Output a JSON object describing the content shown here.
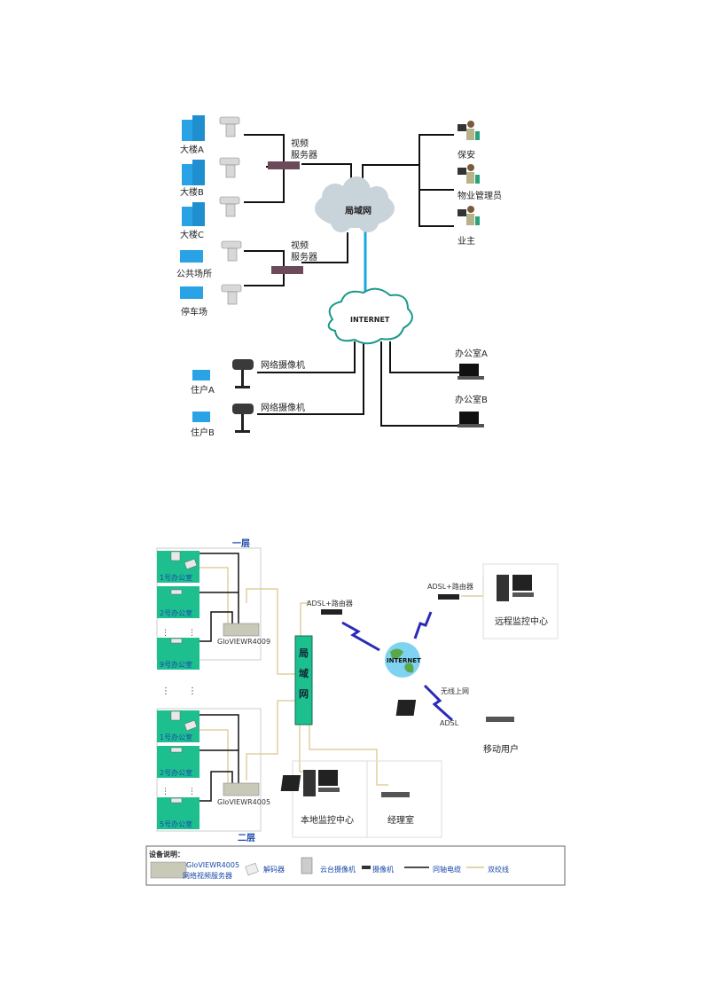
{
  "diagram1": {
    "title": "Community video surveillance network topology",
    "buildings": [
      {
        "label": "大楼A"
      },
      {
        "label": "大楼B"
      },
      {
        "label": "大楼C"
      },
      {
        "label": "公共场所"
      },
      {
        "label": "停车场"
      }
    ],
    "video_servers": [
      {
        "label_line1": "视频",
        "label_line2": "服务器"
      },
      {
        "label_line1": "视频",
        "label_line2": "服务器"
      }
    ],
    "lan_cloud": "局域网",
    "internet_cloud": "INTERNET",
    "users": [
      {
        "label": "保安"
      },
      {
        "label": "物业管理员"
      },
      {
        "label": "业主"
      }
    ],
    "residents": [
      {
        "label": "住户A",
        "camera_label": "网络摄像机"
      },
      {
        "label": "住户B",
        "camera_label": "网络摄像机"
      }
    ],
    "offices": [
      {
        "label": "办公室A"
      },
      {
        "label": "办公室B"
      }
    ],
    "colors": {
      "building": "#2aa3e6",
      "line": "#111111",
      "uplink": "#1aa6e0",
      "cloud_fill": "#c9d3da",
      "internet_stroke": "#1a9a8a"
    }
  },
  "diagram2": {
    "title": "Office network video monitoring topology",
    "floor1": {
      "label": "一层",
      "rooms": [
        "1号办公室",
        "2号办公室",
        "9号办公室"
      ],
      "server": "GloVIEWR4009"
    },
    "floor2": {
      "label": "二层",
      "rooms": [
        "1号办公室",
        "2号办公室",
        "5号办公室"
      ],
      "server": "GloVIEWR4005"
    },
    "lan_bar": [
      "局",
      "域",
      "网"
    ],
    "adsl_left": "ADSL+路由器",
    "adsl_right": "ADSL+路由器",
    "internet": "INTERNET",
    "remote_center": "远程监控中心",
    "wireless": "无线上网",
    "adsl": "ADSL",
    "mobile_user": "移动用户",
    "local_center": "本地监控中心",
    "manager_room": "经理室",
    "legend": {
      "title": "设备说明：",
      "server_line1": "GloVIEWR4005",
      "server_line2": "网络视频服务器",
      "decoder": "解码器",
      "ptz_camera": "云台摄像机",
      "camera": "摄像机",
      "coax": "同轴电缆",
      "twisted_pair": "双绞线"
    },
    "colors": {
      "room": "#1dbf8f",
      "lan_bar": "#1dbf8f",
      "twisted_pair": "#d9c58a",
      "coax": "#111111",
      "lightning": "#2a2ab8",
      "label_blue": "#1a4aa8"
    }
  }
}
